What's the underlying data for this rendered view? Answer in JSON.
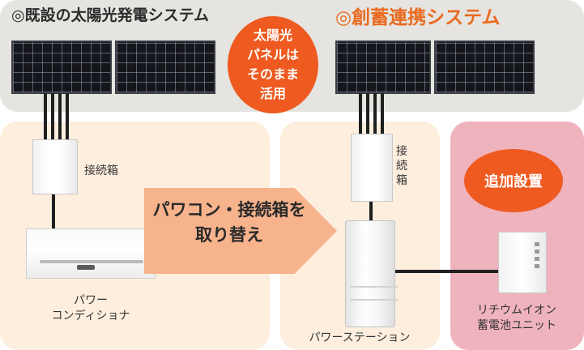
{
  "titles": {
    "existing_system": "◎既設の太陽光発電システム",
    "linked_system": "◎創蓄連携システム"
  },
  "badges": {
    "reuse": [
      "太陽光",
      "パネルは",
      "そのまま",
      "活用"
    ],
    "add": "追加設置"
  },
  "labels": {
    "junction_box_left": "接続箱",
    "junction_box_right": [
      "接",
      "続",
      "箱"
    ],
    "power_conditioner": [
      "パワー",
      "コンディショナ"
    ],
    "power_station": "パワーステーション",
    "battery_unit": [
      "リチウムイオン",
      "蓄電池ユニット"
    ]
  },
  "arrow": [
    "パワコン・接続箱を",
    "取り替え"
  ],
  "colors": {
    "top_band": "#e5e4e0",
    "orange_accent": "#ee5a1f",
    "title_orange": "#ea6a1f",
    "beige_area": "#fdeede",
    "pink_area": "#efb3be",
    "arrow_fill": "#f7b38c"
  }
}
